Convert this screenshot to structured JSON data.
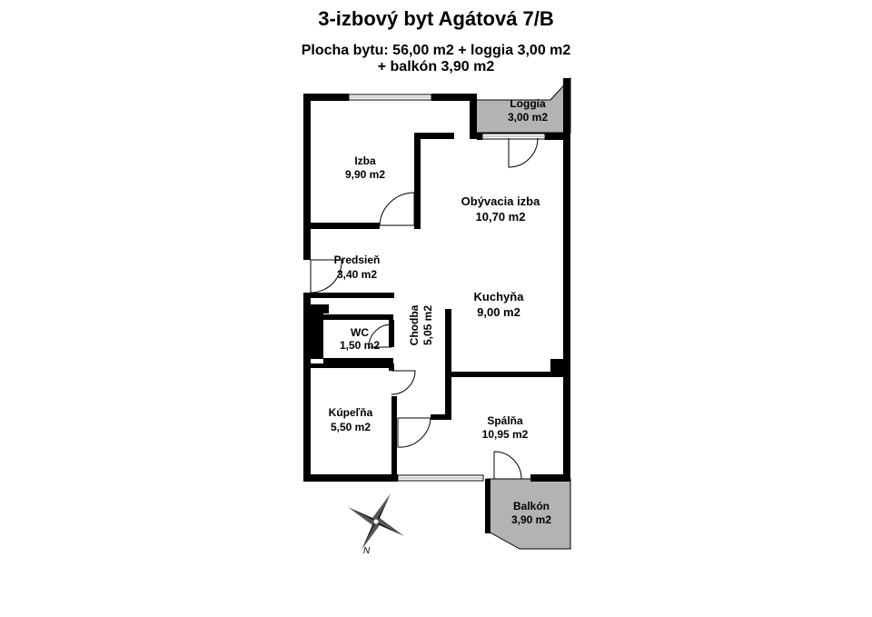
{
  "title": "3-izbový byt Agátová 7/B",
  "area_line1": "Plocha bytu: 56,00 m2 + loggia 3,00 m2",
  "area_line2": "+ balkón 3,90 m2",
  "rooms": {
    "loggia": {
      "name": "Loggia",
      "area": "3,00 m2"
    },
    "izba": {
      "name": "Izba",
      "area": "9,90 m2"
    },
    "obyvacia": {
      "name": "Obývacia izba",
      "area": "10,70 m2"
    },
    "predsien": {
      "name": "Predsieň",
      "area": "3,40 m2"
    },
    "kuchyna": {
      "name": "Kuchyňa",
      "area": "9,00 m2"
    },
    "chodba": {
      "name": "Chodba",
      "area": "5,05 m2"
    },
    "wc": {
      "name": "WC",
      "area": "1,50 m2"
    },
    "kupelna": {
      "name": "Kúpeľňa",
      "area": "5,50 m2"
    },
    "spalna": {
      "name": "Spálňa",
      "area": "10,95 m2"
    },
    "balkon": {
      "name": "Balkón",
      "area": "3,90 m2"
    }
  },
  "compass": {
    "north_label": "N"
  },
  "colors": {
    "wall": "#000000",
    "floor": "#ffffff",
    "tile": "#b3b3b3",
    "glass": "#9aa0a6"
  }
}
